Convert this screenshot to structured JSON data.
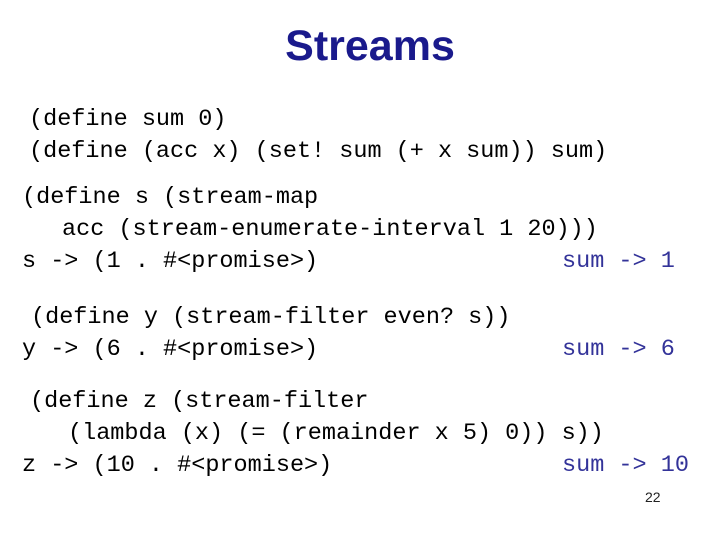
{
  "title": "Streams",
  "page_number": "22",
  "colors": {
    "background": "#ffffff",
    "title_text": "#1a1a8c",
    "code_text": "#000000",
    "result_text": "#333399"
  },
  "code": {
    "block1": {
      "line1": "(define sum 0)",
      "line2": "(define (acc x) (set! sum (+ x sum)) sum)"
    },
    "block2": {
      "line1": "(define s (stream-map",
      "line2": "acc (stream-enumerate-interval 1 20)))",
      "line3": "s -> (1 . #<promise>)",
      "result": "sum -> 1"
    },
    "block3": {
      "line1": "(define y (stream-filter even? s))",
      "line2": "y -> (6 . #<promise>)",
      "result": "sum -> 6"
    },
    "block4": {
      "line1": "(define z (stream-filter",
      "line2": "(lambda (x) (= (remainder x 5) 0)) s))",
      "line3": "z -> (10 . #<promise>)",
      "result": "sum -> 10"
    }
  }
}
